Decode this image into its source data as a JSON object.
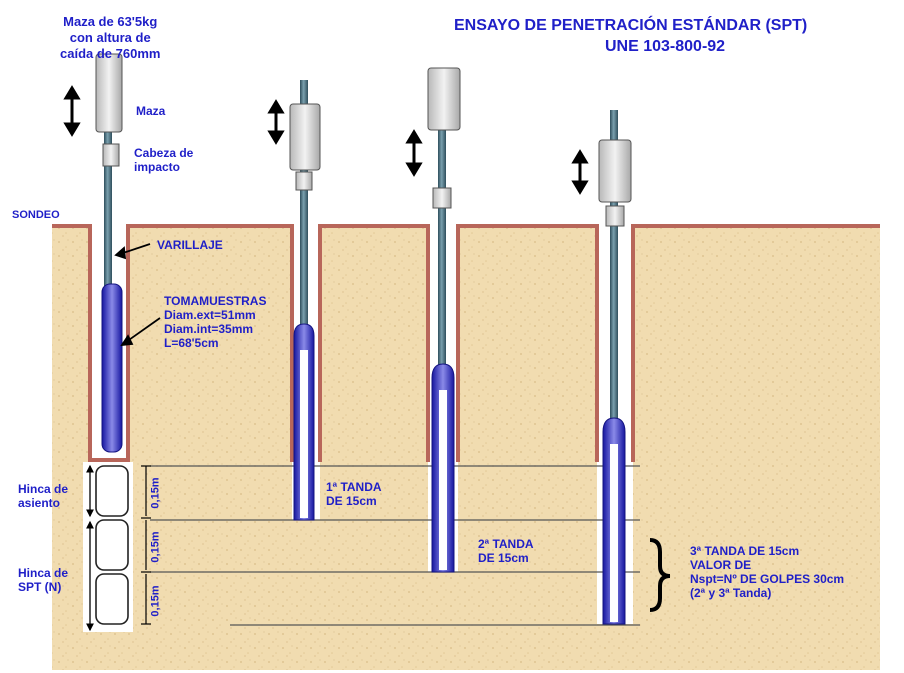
{
  "title": {
    "line1": "ENSAYO DE PENETRACIÓN ESTÁNDAR (SPT)",
    "line2": "UNE 103-800-92"
  },
  "labels": {
    "maza_desc_1": "Maza de 63'5kg",
    "maza_desc_2": "con altura de",
    "maza_desc_3": "caída de 760mm",
    "maza": "Maza",
    "cabeza_1": "Cabeza de",
    "cabeza_2": "impacto",
    "sondeo": "SONDEO",
    "varillaje": "VARILLAJE",
    "tomamuestras": "TOMAMUESTRAS",
    "diam_ext": "Diam.ext=51mm",
    "diam_int": "Diam.int=35mm",
    "longitud": "L=68'5cm",
    "hinca_asiento_1": "Hinca de",
    "hinca_asiento_2": "asiento",
    "hinca_spt_1": "Hinca de",
    "hinca_spt_2": "SPT (N)",
    "seg_1": "0,15m",
    "seg_2": "0,15m",
    "seg_3": "0,15m",
    "tanda1_1": "1ª TANDA",
    "tanda1_2": "DE 15cm",
    "tanda2_1": "2ª TANDA",
    "tanda2_2": "DE 15cm",
    "tanda3_1": "3ª TANDA DE 15cm",
    "tanda3_2": "VALOR DE",
    "tanda3_3": "Nspt=Nº DE GOLPES 30cm",
    "tanda3_4": "(2ª y 3ª Tanda)"
  },
  "colors": {
    "soil": "#f1dcb0",
    "soil_edge": "#b8665a",
    "rod": "#4e7282",
    "sampler": "#2a2ac0",
    "text": "#1f1fc8"
  }
}
